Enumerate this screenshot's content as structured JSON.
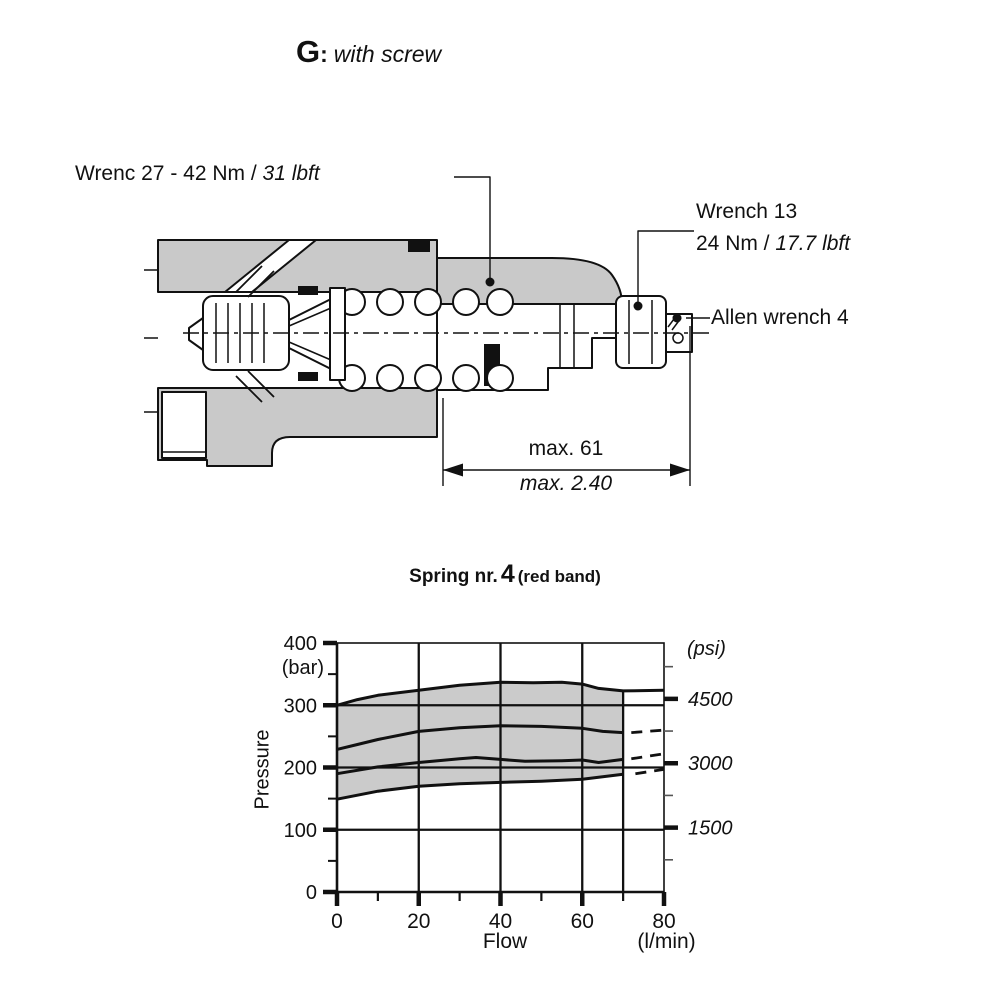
{
  "title": {
    "letter": "G",
    "colon": ":",
    "subtitle": "with screw"
  },
  "diagram": {
    "torque_label": {
      "text": "Wrenc 27 - 42 Nm / ",
      "imperial": "31 lbft"
    },
    "locknut_label": {
      "line1": "Wrench 13",
      "line2": "24 Nm / ",
      "imperial": "17.7 lbft"
    },
    "allen_label": "Allen wrench 4",
    "dimension": {
      "metric": "max. 61",
      "imperial": "max. 2.40"
    },
    "colors": {
      "body_gray": "#c9c9c9",
      "line": "#111111"
    }
  },
  "chart": {
    "title": {
      "prefix": "Spring nr. ",
      "number": "4",
      "suffix": " (red band)"
    },
    "left_unit": "(bar)",
    "right_unit": "(psi)",
    "y_label": "Pressure",
    "x_label": "Flow",
    "x_unit": "(l/min)"
  },
  "chart_data": {
    "type": "line",
    "title": "Spring nr. 4 (red band)",
    "xlabel": "Flow",
    "x_unit": "l/min",
    "xlim": [
      0,
      80
    ],
    "ylabel": "Pressure",
    "y_unit": "bar",
    "ylim": [
      0,
      400
    ],
    "y2_unit": "psi",
    "x_ticks": [
      0,
      20,
      40,
      60,
      80
    ],
    "x_minor_ticks": [
      10,
      30,
      50,
      70
    ],
    "y_ticks": [
      0,
      100,
      200,
      300,
      400
    ],
    "y_minor_ticks": [
      50,
      150,
      250,
      350
    ],
    "y2_ticks": [
      1500,
      3000,
      4500
    ],
    "y2_minor_ticks": [
      750,
      2250,
      3750,
      5250
    ],
    "grid_vertical_x": [
      20,
      40,
      60
    ],
    "grid_horizontal_y": [
      100,
      200,
      300
    ],
    "flow_limit_line": {
      "x": 70,
      "y_top": 323
    },
    "band": {
      "top_series": "upper-limit",
      "bottom_series": "lower-limit",
      "x_end": 70,
      "fill": "#cbcbcb"
    },
    "line_color": "#111111",
    "series": [
      {
        "name": "upper-limit",
        "solid": [
          [
            0,
            300
          ],
          [
            5,
            309
          ],
          [
            10,
            316
          ],
          [
            20,
            324
          ],
          [
            30,
            332
          ],
          [
            40,
            337
          ],
          [
            48,
            336
          ],
          [
            55,
            337
          ],
          [
            60,
            334
          ],
          [
            64,
            327
          ],
          [
            70,
            323
          ],
          [
            80,
            324
          ]
        ],
        "dashed": []
      },
      {
        "name": "upper-mid",
        "solid": [
          [
            0,
            229
          ],
          [
            5,
            237
          ],
          [
            10,
            245
          ],
          [
            20,
            258
          ],
          [
            30,
            264
          ],
          [
            40,
            267
          ],
          [
            50,
            266
          ],
          [
            60,
            263
          ],
          [
            65,
            258
          ],
          [
            70,
            256
          ]
        ],
        "dashed": [
          [
            72,
            256
          ],
          [
            80,
            260
          ]
        ]
      },
      {
        "name": "lower-mid",
        "solid": [
          [
            0,
            190
          ],
          [
            10,
            201
          ],
          [
            20,
            208
          ],
          [
            30,
            214
          ],
          [
            34,
            216
          ],
          [
            40,
            213
          ],
          [
            46,
            210
          ],
          [
            55,
            211
          ],
          [
            60,
            212
          ],
          [
            64,
            208
          ],
          [
            70,
            213
          ]
        ],
        "dashed": [
          [
            72,
            214
          ],
          [
            80,
            222
          ]
        ]
      },
      {
        "name": "lower-limit",
        "solid": [
          [
            0,
            149
          ],
          [
            10,
            162
          ],
          [
            20,
            170
          ],
          [
            30,
            174
          ],
          [
            40,
            176
          ],
          [
            50,
            178
          ],
          [
            60,
            181
          ],
          [
            70,
            189
          ]
        ],
        "dashed": [
          [
            73,
            190
          ],
          [
            80,
            197
          ]
        ]
      }
    ]
  }
}
